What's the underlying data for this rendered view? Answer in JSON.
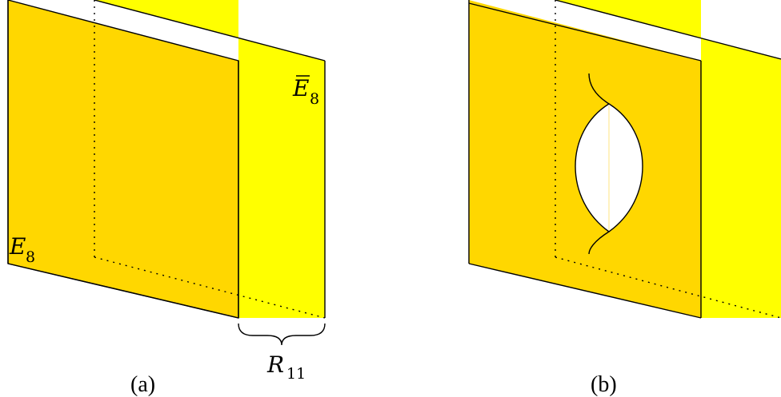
{
  "panel_a": {
    "caption": "(a)",
    "front_plane_label": {
      "base": "E",
      "sub": "8"
    },
    "back_plane_label": {
      "base": "E",
      "sub": "8",
      "overline": true
    },
    "separation_label": {
      "base": "R",
      "sub": "11"
    }
  },
  "panel_b": {
    "caption": "(b)"
  },
  "colors": {
    "front_plane": "#FFD700",
    "back_plane": "#FFFF00",
    "outline": "#000000",
    "wormhole": "#FFFFFF"
  }
}
